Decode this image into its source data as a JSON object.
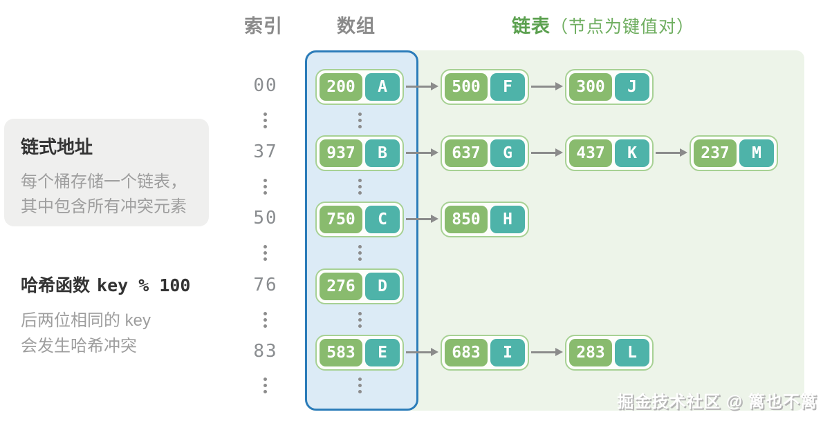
{
  "header": {
    "index_label": "索引",
    "array_label": "数组",
    "list_label": "链表",
    "list_note": "（节点为键值对）"
  },
  "info_box": {
    "title": "链式地址",
    "line1": "每个桶存储一个链表，",
    "line2": "其中包含所有冲突元素"
  },
  "hash_note": {
    "title_cjk": "哈希函数",
    "title_code": "key % 100",
    "line1": "后两位相同的 key",
    "line2": "会发生哈希冲突"
  },
  "buckets": [
    {
      "index": "00",
      "nodes": [
        {
          "key": "200",
          "value": "A"
        },
        {
          "key": "500",
          "value": "F"
        },
        {
          "key": "300",
          "value": "J"
        }
      ]
    },
    {
      "index": "37",
      "nodes": [
        {
          "key": "937",
          "value": "B"
        },
        {
          "key": "637",
          "value": "G"
        },
        {
          "key": "437",
          "value": "K"
        },
        {
          "key": "237",
          "value": "M"
        }
      ]
    },
    {
      "index": "50",
      "nodes": [
        {
          "key": "750",
          "value": "C"
        },
        {
          "key": "850",
          "value": "H"
        }
      ]
    },
    {
      "index": "76",
      "nodes": [
        {
          "key": "276",
          "value": "D"
        }
      ]
    },
    {
      "index": "83",
      "nodes": [
        {
          "key": "583",
          "value": "E"
        },
        {
          "key": "683",
          "value": "I"
        },
        {
          "key": "283",
          "value": "L"
        }
      ]
    }
  ],
  "watermark": "掘金技术社区 @ 篱也不篱",
  "colors": {
    "accent_blue": "#2b7cb9",
    "array_fill": "#dcebf6",
    "list_region_fill": "#edf4e9",
    "node_border": "#a7d194",
    "key_fill": "#89bb6e",
    "value_fill": "#4eb3a9",
    "arrow_gray": "#8b8b8b",
    "header_gray": "#8a8a8a",
    "header_green": "#5ba04f",
    "header_green_light": "#6fae60",
    "text_dark": "#333333",
    "text_gray": "#9e9e9e",
    "index_gray": "#8a8d90"
  }
}
